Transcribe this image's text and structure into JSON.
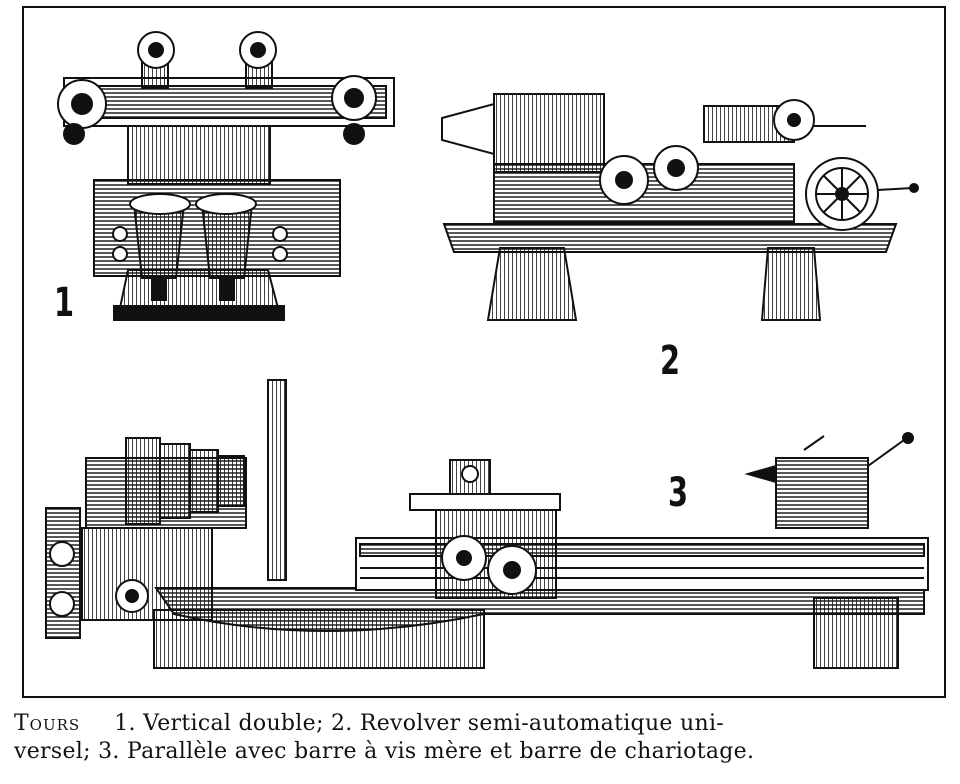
{
  "figures": {
    "fig1": {
      "number": "1"
    },
    "fig2": {
      "number": "2"
    },
    "fig3": {
      "number": "3"
    }
  },
  "caption": {
    "title": "Tours",
    "line1": "1. Vertical double; 2. Revolver semi-automatique uni-",
    "line2": "versel; 3. Parallèle avec barre à vis mère et barre de chariotage."
  }
}
